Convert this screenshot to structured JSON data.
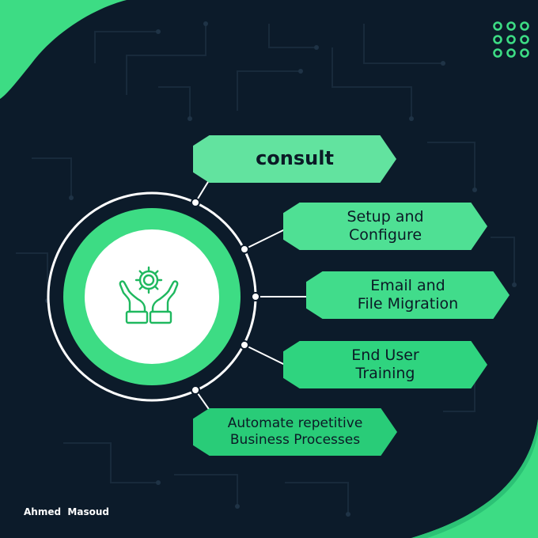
{
  "colors": {
    "background": "#0c1b2a",
    "accent": "#3ddc84",
    "accent_light": "#62e39f",
    "white": "#ffffff",
    "icon_green": "#1fb85f"
  },
  "items": [
    {
      "lines": [
        "consult"
      ]
    },
    {
      "lines": [
        "Setup and",
        "Configure"
      ]
    },
    {
      "lines": [
        "Email and",
        "File Migration"
      ]
    },
    {
      "lines": [
        "End User",
        "Training"
      ]
    },
    {
      "lines": [
        "Automate repetitive",
        "Business Processes"
      ]
    }
  ],
  "center_icon": "hands-gear-icon",
  "decor_icon": "dot-grid-icon",
  "author": "Ahmed  Masoud"
}
